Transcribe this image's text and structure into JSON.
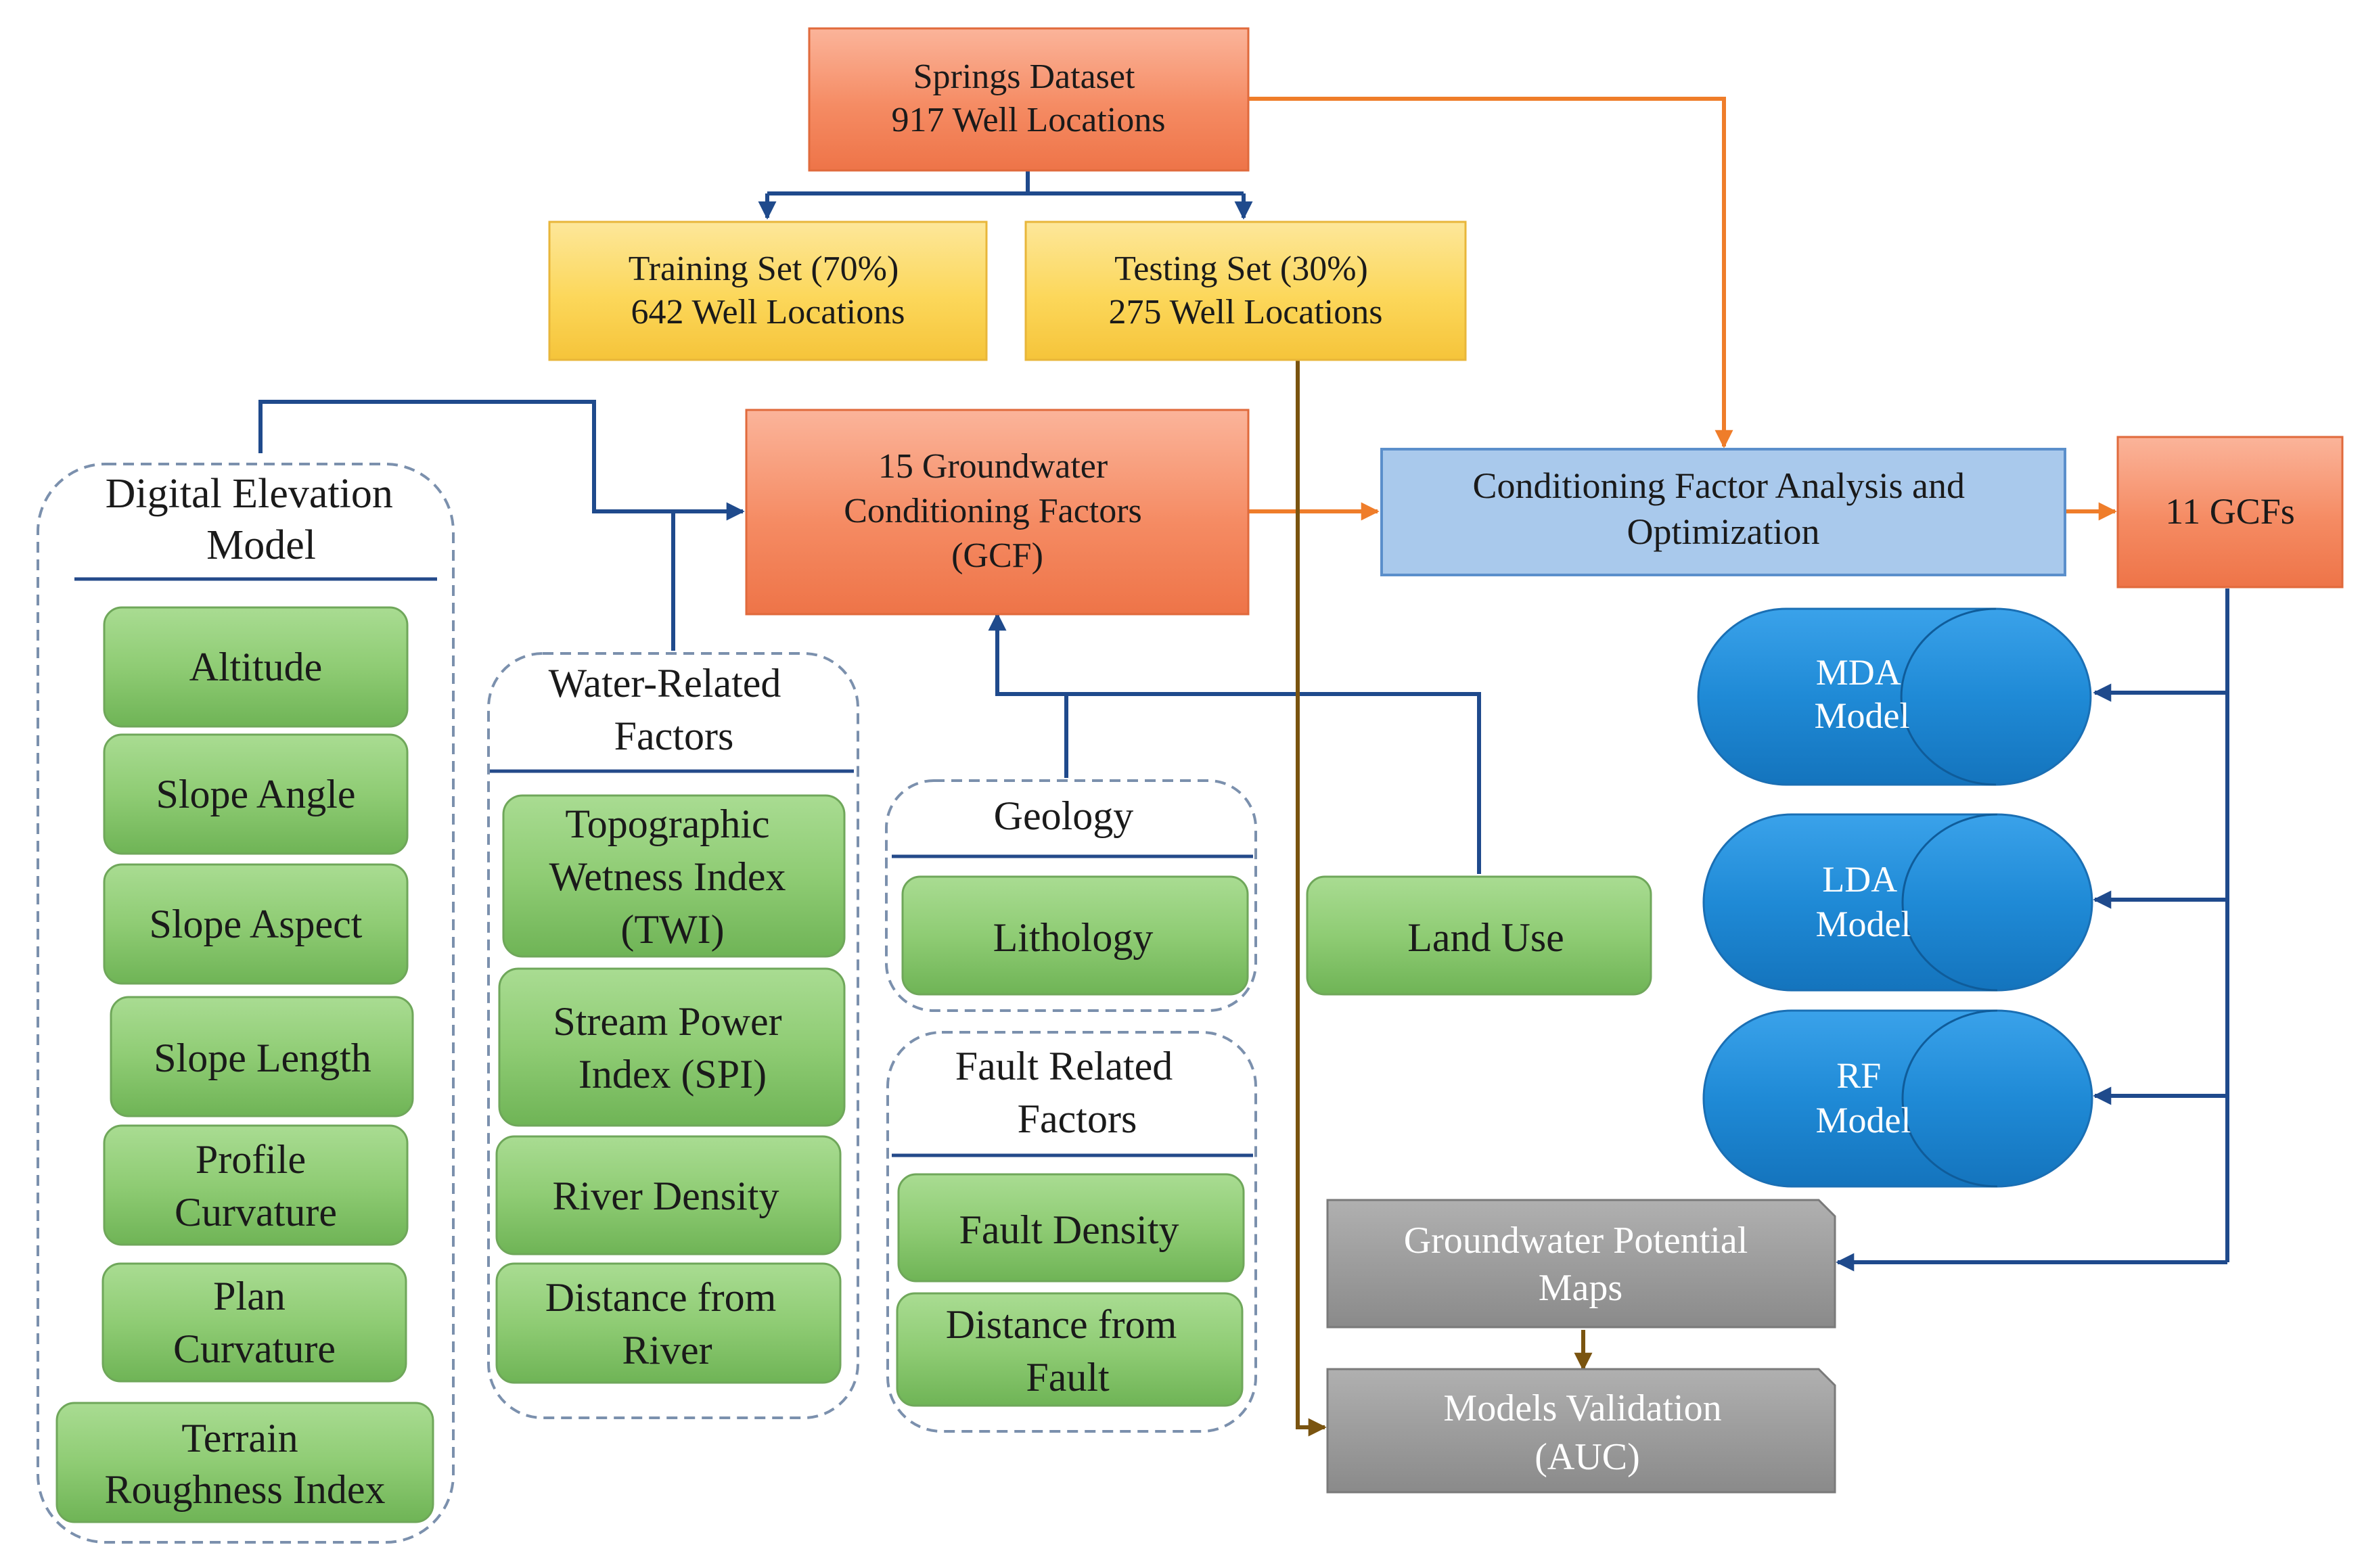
{
  "nodes": {
    "springs": [
      "Springs Dataset",
      "917 Well Locations"
    ],
    "training": [
      "Training Set (70%)",
      "642 Well Locations"
    ],
    "testing": [
      "Testing Set (30%)",
      "275 Well Locations"
    ],
    "gcf15": [
      "15 Groundwater",
      "Conditioning Factors",
      "(GCF)"
    ],
    "analysis": [
      "Conditioning Factor Analysis and",
      "Optimization"
    ],
    "gcf11": [
      "11 GCFs"
    ],
    "gw_maps": [
      "Groundwater Potential",
      "Maps"
    ],
    "validation": [
      "Models Validation",
      "(AUC)"
    ],
    "land_use": [
      "Land Use"
    ]
  },
  "models": [
    [
      "MDA",
      "Model"
    ],
    [
      "LDA",
      "Model"
    ],
    [
      "RF",
      "Model"
    ]
  ],
  "groups": {
    "dem": {
      "title": [
        "Digital Elevation",
        "Model"
      ],
      "items": [
        [
          "Altitude"
        ],
        [
          "Slope Angle"
        ],
        [
          "Slope Aspect"
        ],
        [
          "Slope Length"
        ],
        [
          "Profile",
          "Curvature"
        ],
        [
          "Plan",
          "Curvature"
        ],
        [
          "Terrain",
          "Roughness Index"
        ]
      ]
    },
    "water": {
      "title": [
        "Water-Related",
        "Factors"
      ],
      "items": [
        [
          "Topographic",
          "Wetness Index",
          "(TWI)"
        ],
        [
          "Stream Power",
          "Index (SPI)"
        ],
        [
          "River Density"
        ],
        [
          "Distance from",
          "River"
        ]
      ]
    },
    "geology": {
      "title": [
        "Geology"
      ],
      "items": [
        [
          "Lithology"
        ]
      ]
    },
    "fault": {
      "title": [
        "Fault Related",
        "Factors"
      ],
      "items": [
        [
          "Fault Density"
        ],
        [
          "Distance from",
          "Fault"
        ]
      ]
    }
  },
  "colors": {
    "orange": "#f48a62",
    "yellow": "#fcd75a",
    "green": "#8fcc74",
    "blue_box": "#a9c9ec",
    "grey": "#9b9b9b",
    "cylinder": "#1f8ad6",
    "arrow_blue": "#1f4a8c",
    "arrow_orange": "#ef7d2a",
    "arrow_brown": "#7a5410"
  }
}
